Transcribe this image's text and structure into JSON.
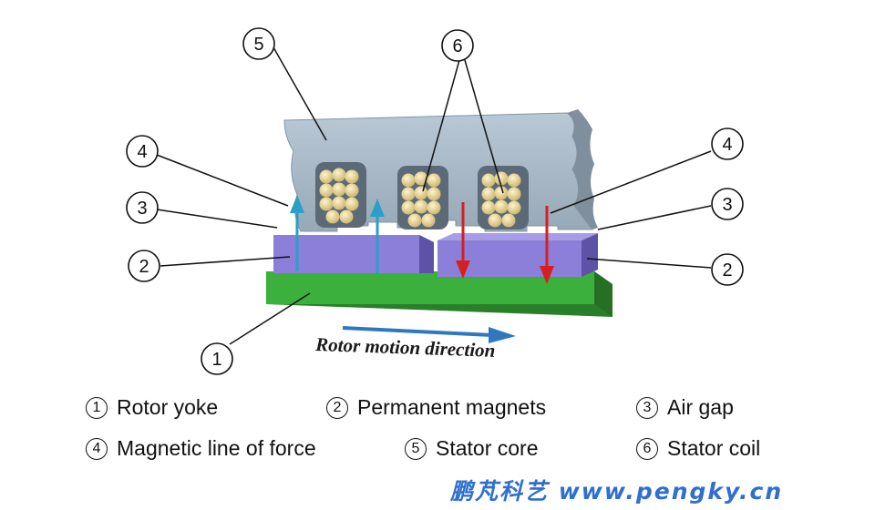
{
  "callouts": [
    {
      "id": "c1",
      "label": "1"
    },
    {
      "id": "c2l",
      "label": "2"
    },
    {
      "id": "c2r",
      "label": "2"
    },
    {
      "id": "c3l",
      "label": "3"
    },
    {
      "id": "c3r",
      "label": "3"
    },
    {
      "id": "c4l",
      "label": "4"
    },
    {
      "id": "c4r",
      "label": "4"
    },
    {
      "id": "c5",
      "label": "5"
    },
    {
      "id": "c6",
      "label": "6"
    }
  ],
  "motion_label": "Rotor motion direction",
  "legend": [
    {
      "num": "1",
      "text": "Rotor yoke"
    },
    {
      "num": "2",
      "text": "Permanent magnets"
    },
    {
      "num": "3",
      "text": "Air gap"
    },
    {
      "num": "4",
      "text": "Magnetic line of force"
    },
    {
      "num": "5",
      "text": "Stator core"
    },
    {
      "num": "6",
      "text": "Stator coil"
    }
  ],
  "watermark": "鹏芃科艺 www.pengky.cn",
  "colors": {
    "stator_core": "#a9bac8",
    "stator_core_side": "#7f8f9d",
    "magnet": "#8b7fd9",
    "magnet_side": "#5d52a8",
    "yoke": "#3cb03c",
    "yoke_side": "#2a7f2a",
    "coil": "#e6d59a",
    "flux_up": "#2a9fc8",
    "flux_down": "#d42020",
    "motion_arrow": "#2f78c0"
  }
}
